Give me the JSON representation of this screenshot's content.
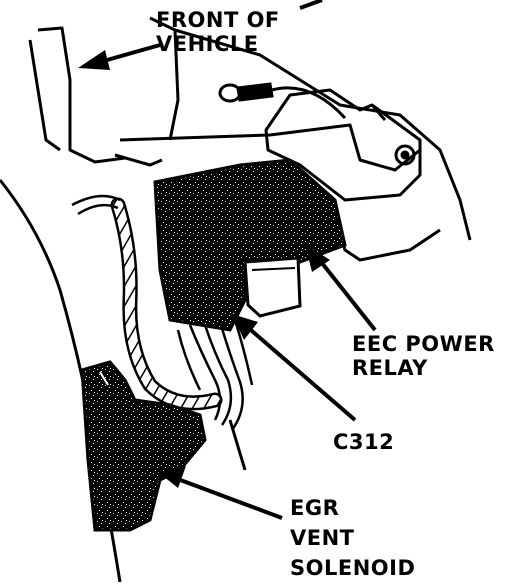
{
  "labels": {
    "front_of_vehicle": [
      "FRONT OF",
      "VEHICLE"
    ],
    "eec_power_relay": [
      "EEC POWER",
      "RELAY"
    ],
    "c312": "C312",
    "egr_vent_solenoid": [
      "EGR",
      "VENT",
      "SOLENOID"
    ]
  },
  "colors": {
    "ink": "#000000",
    "paper": "#ffffff"
  }
}
